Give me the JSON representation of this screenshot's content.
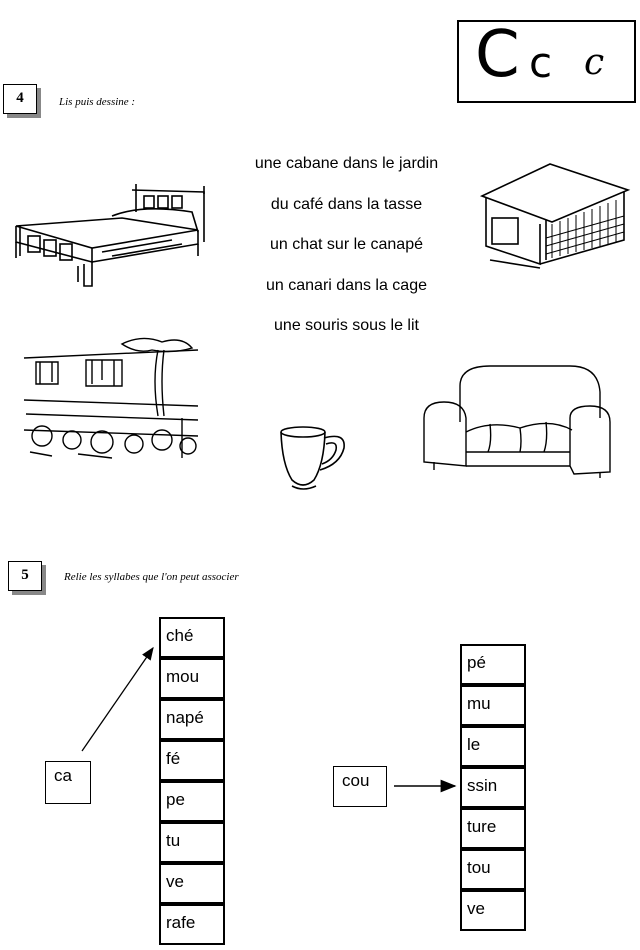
{
  "header": {
    "letters": {
      "upper": "C",
      "lower": "c",
      "script": "c"
    }
  },
  "exercise4": {
    "number": "4",
    "instruction": "Lis puis dessine :",
    "sentences": [
      "une cabane dans le jardin",
      "du café dans la tasse",
      "un chat sur le canapé",
      "un canari dans la cage",
      "une souris sous le lit"
    ],
    "pictures": [
      "bed-icon",
      "cage-icon",
      "garden-icon",
      "cup-icon",
      "sofa-icon"
    ]
  },
  "exercise5": {
    "number": "5",
    "instruction": "Relie les syllabes que l'on peut associer",
    "left": {
      "source": "ca",
      "syllables": [
        "ché",
        "mou",
        "napé",
        "fé",
        "pe",
        "tu",
        "ve",
        "rafe"
      ]
    },
    "right": {
      "source": "cou",
      "syllables": [
        "pé",
        "mu",
        "le",
        "ssin",
        "ture",
        "tou",
        "ve"
      ]
    }
  }
}
